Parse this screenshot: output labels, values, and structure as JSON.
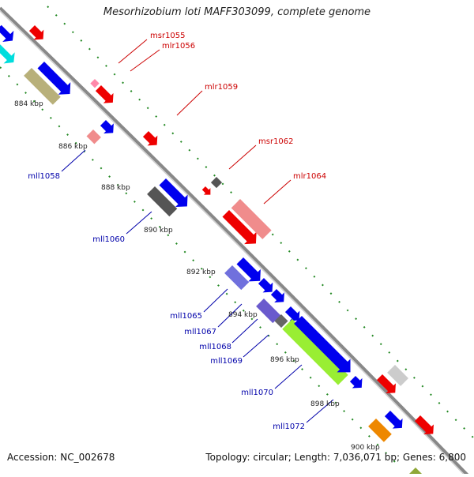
{
  "title": "Mesorhizobium loti MAFF303099, complete genome",
  "footer": {
    "accession": "Accession: NC_002678",
    "topology": "Topology: circular; Length: 7,036,071 bp; Genes: 6,800"
  },
  "scale_labels": [
    "884 kbp",
    "886 kbp",
    "888 kbp",
    "890 kbp",
    "892 kbp",
    "894 kbp",
    "896 kbp",
    "898 kbp",
    "900 kbp"
  ],
  "gene_labels": {
    "forward": [
      "msr1055",
      "mlr1056",
      "mlr1059",
      "msr1062",
      "mlr1064"
    ],
    "reverse": [
      "mll1058",
      "mll1060",
      "mll1065",
      "mll1067",
      "mll1068",
      "mll1069",
      "mll1070",
      "mll1072"
    ]
  },
  "colors": {
    "forward_label": "#cc0000",
    "reverse_label": "#0000aa",
    "backbone": "#888888",
    "dotted_track": "#228822"
  }
}
